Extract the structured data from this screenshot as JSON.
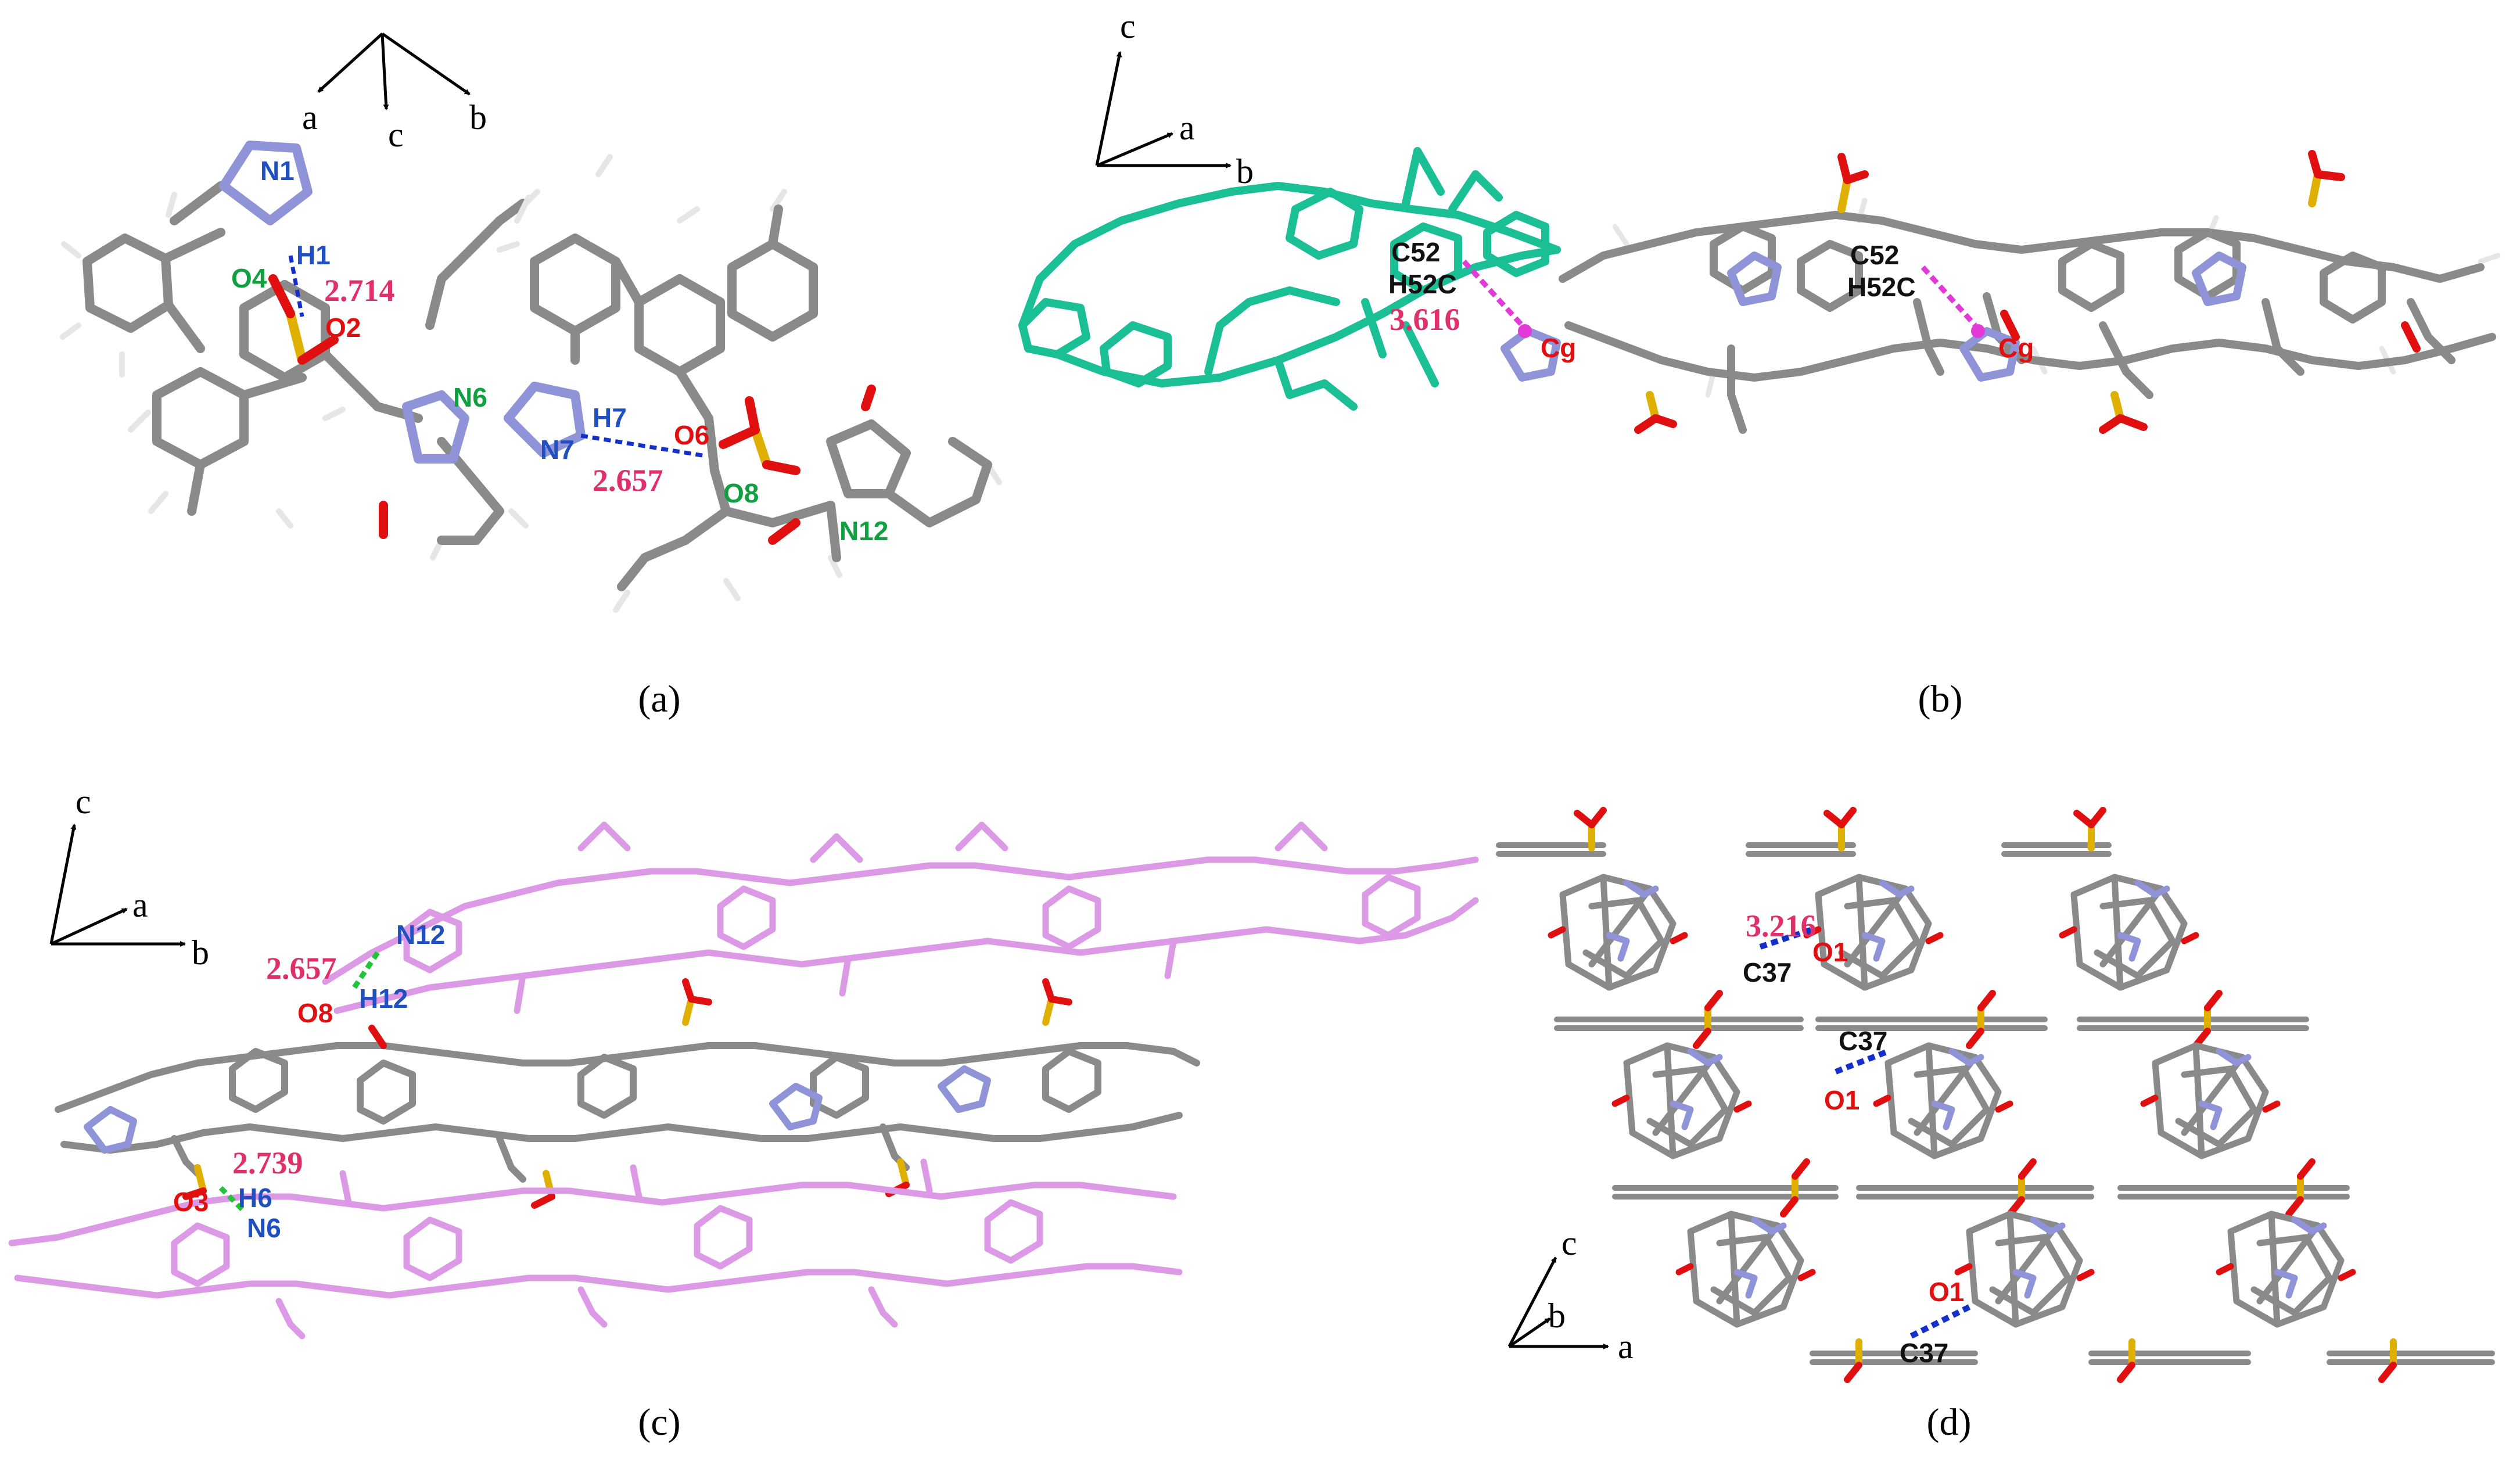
{
  "colors": {
    "carbon": "#8a8a8a",
    "nitrogen": "#8f93d8",
    "oxygen": "#e01010",
    "sulfur": "#e0b000",
    "hydrogen": "#e6e6e6",
    "teal": "#1abf95",
    "violet": "#dc9ae6",
    "hbond_blue": "#1430c8",
    "hbond_green": "#22c43a",
    "pi_magenta": "#e23ad6",
    "label_blue": "#2050c0",
    "label_green": "#10a040",
    "label_red": "#e01010",
    "label_pink": "#e0306a",
    "label_black": "#111111"
  },
  "panels": [
    {
      "id": "a",
      "caption": "(a)",
      "axes": [
        "a",
        "c",
        "b"
      ],
      "atom_labels": [
        "N1",
        "H1",
        "O4",
        "O2",
        "N6",
        "N7",
        "H7",
        "O6",
        "O8",
        "N12"
      ],
      "distances": [
        "2.714",
        "2.657"
      ]
    },
    {
      "id": "b",
      "caption": "(b)",
      "axes": [
        "c",
        "a",
        "b"
      ],
      "atom_labels": [
        "C52",
        "H52C",
        "Cg",
        "C52",
        "H52C",
        "Cg"
      ],
      "distances": [
        "3.616"
      ]
    },
    {
      "id": "c",
      "caption": "(c)",
      "axes": [
        "c",
        "a",
        "b"
      ],
      "atom_labels": [
        "N12",
        "H12",
        "O8",
        "O3",
        "H6",
        "N6"
      ],
      "distances": [
        "2.657",
        "2.739"
      ]
    },
    {
      "id": "d",
      "caption": "(d)",
      "axes": [
        "c",
        "b",
        "a"
      ],
      "atom_labels": [
        "C37",
        "O1",
        "C37",
        "O1",
        "O1",
        "C37"
      ],
      "distances": [
        "3.216"
      ]
    }
  ]
}
